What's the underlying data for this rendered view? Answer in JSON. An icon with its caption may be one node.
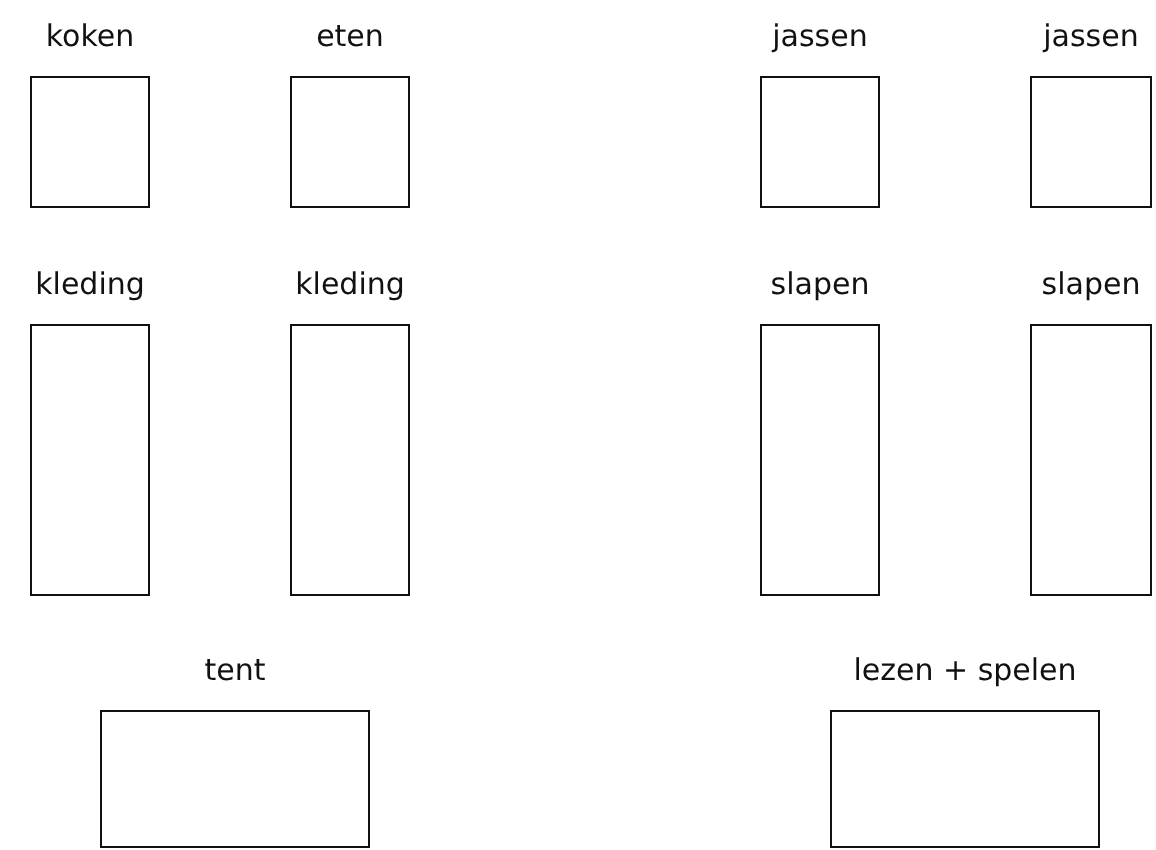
{
  "diagram": {
    "nodes": [
      {
        "text": [
          "koken"
        ]
      },
      {
        "text": [
          "eten"
        ]
      },
      {
        "text": [
          "jassen"
        ]
      },
      {
        "text": [
          "jassen"
        ]
      },
      {
        "text": [
          "kleding"
        ]
      },
      {
        "text": [
          "kleding"
        ]
      },
      {
        "text": [
          "slapen"
        ]
      },
      {
        "text": [
          "slapen"
        ]
      },
      {
        "text": [
          "tent"
        ]
      },
      {
        "text": [
          "lezen + spelen"
        ]
      }
    ]
  }
}
